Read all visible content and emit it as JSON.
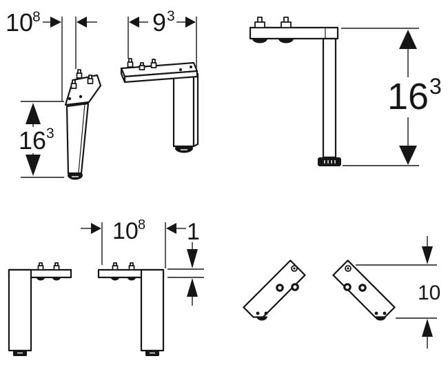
{
  "theme": {
    "background": "#ffffff",
    "line_color": "#161616"
  },
  "dimensions": {
    "top_left_width": {
      "value": "10",
      "sup": "8"
    },
    "top_left_depth": {
      "value": "9",
      "sup": "3"
    },
    "top_left_height": {
      "value": "16",
      "sup": "3"
    },
    "side_view_height": {
      "value": "16",
      "sup": "3"
    },
    "bottom_width": {
      "value": "10",
      "sup": "8"
    },
    "bracket_thickness": {
      "value": "1",
      "sup": ""
    },
    "plate_depth": {
      "value": "10",
      "sup": ""
    }
  }
}
